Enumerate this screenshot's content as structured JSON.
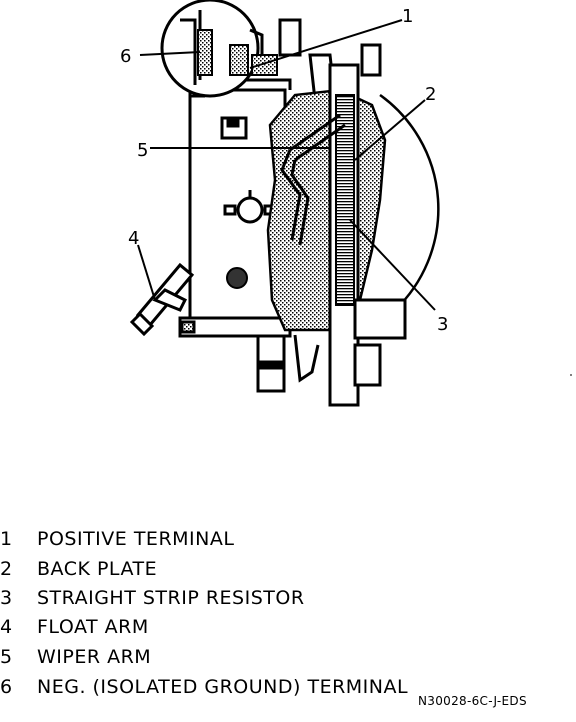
{
  "callouts": [
    "1",
    "2",
    "3",
    "4",
    "5",
    "6"
  ],
  "legend": [
    {
      "num": "1",
      "text": "POSITIVE TERMINAL"
    },
    {
      "num": "2",
      "text": "BACK PLATE"
    },
    {
      "num": "3",
      "text": "STRAIGHT STRIP RESISTOR"
    },
    {
      "num": "4",
      "text": "FLOAT ARM"
    },
    {
      "num": "5",
      "text": "WIPER ARM"
    },
    {
      "num": "6",
      "text": "NEG. (ISOLATED GROUND) TERMINAL"
    }
  ],
  "figure_code": "N30028-6C-J-EDS"
}
